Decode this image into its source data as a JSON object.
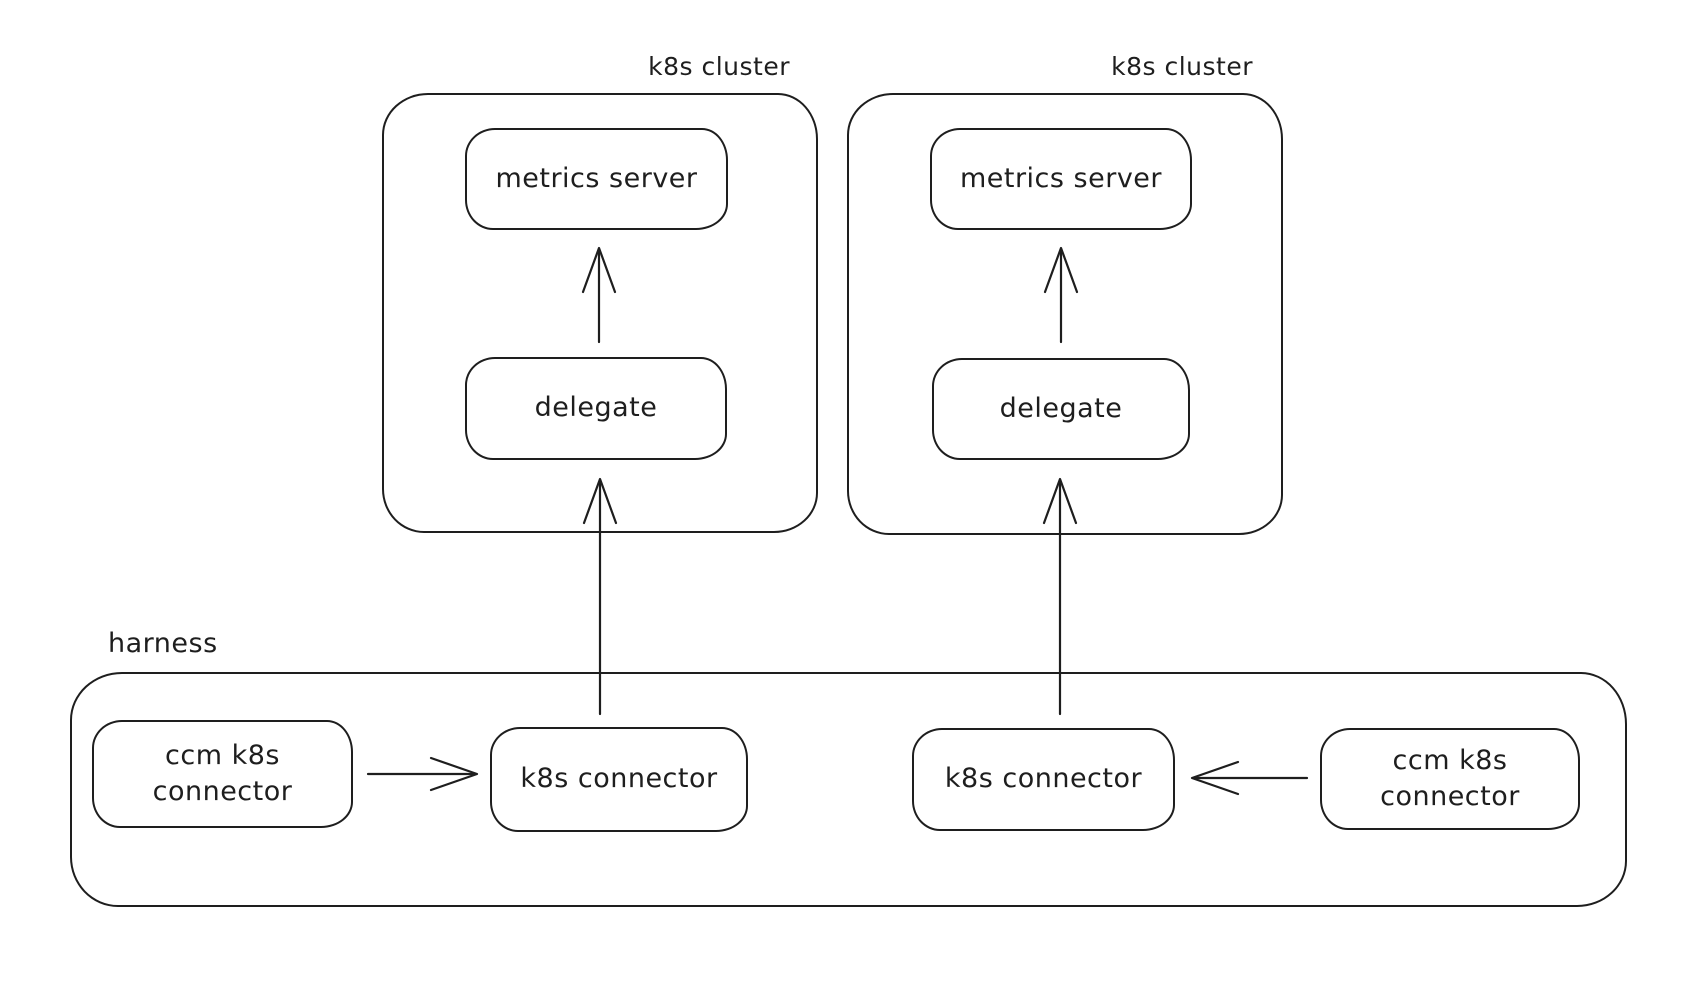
{
  "canvas": {
    "background": "#ffffff",
    "stroke_color": "#1e1e1e"
  },
  "clusters": [
    {
      "label": "k8s cluster",
      "metrics_server": "metrics server",
      "delegate": "delegate"
    },
    {
      "label": "k8s cluster",
      "metrics_server": "metrics server",
      "delegate": "delegate"
    }
  ],
  "harness": {
    "label": "harness",
    "connectors": [
      {
        "label": "ccm k8s connector"
      },
      {
        "label": "k8s connector"
      },
      {
        "label": "k8s connector"
      },
      {
        "label": "ccm k8s connector"
      }
    ]
  },
  "arrows": [
    {
      "name": "delegate to metrics server (left cluster)",
      "direction": "up"
    },
    {
      "name": "delegate to metrics server (right cluster)",
      "direction": "up"
    },
    {
      "name": "k8s connector to delegate (left cluster)",
      "direction": "up"
    },
    {
      "name": "k8s connector to delegate (right cluster)",
      "direction": "up"
    },
    {
      "name": "ccm k8s connector to k8s connector (left)",
      "direction": "right"
    },
    {
      "name": "ccm k8s connector to k8s connector (right)",
      "direction": "left"
    }
  ]
}
